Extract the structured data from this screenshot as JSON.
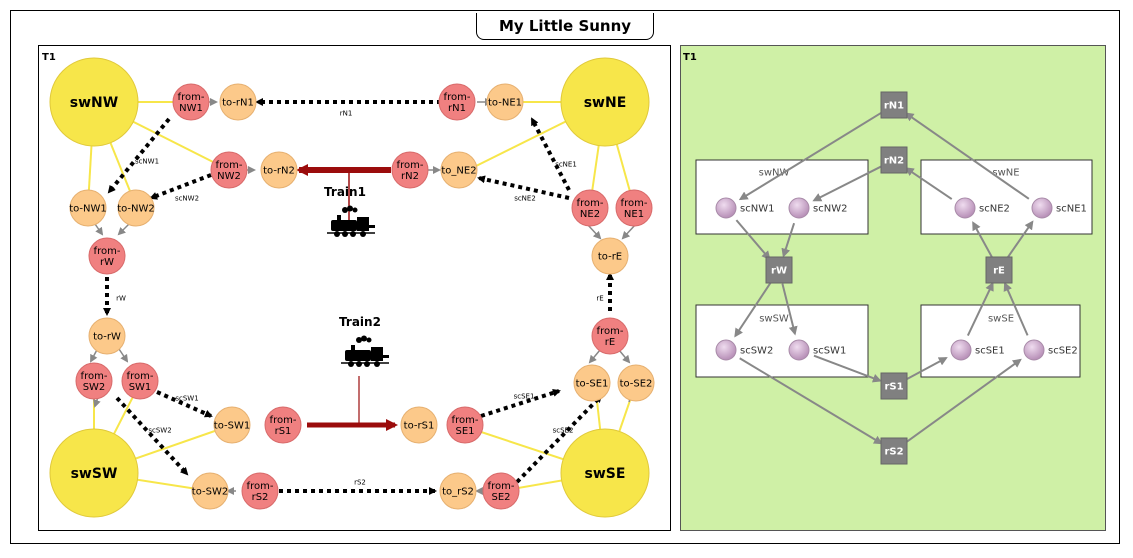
{
  "title": "My Little Sunny World",
  "left_panel": {
    "label": "T1",
    "switches": [
      "swNW",
      "swNE",
      "swSW",
      "swSE"
    ],
    "places": {
      "fromNW1": "from-NW1",
      "to_rN1": "to-rN1",
      "from_rN1": "from-rN1",
      "to_NE1": "to-NE1",
      "fromNW2": "from-NW2",
      "to_rN2": "to-rN2",
      "from_rN2": "from-rN2",
      "to_NE2": "to_NE2",
      "toNW1": "to-NW1",
      "toNW2": "to-NW2",
      "fromNE2": "from-NE2",
      "fromNE1": "from-NE1",
      "from_rW": "from-rW",
      "to_rE": "to-rE",
      "to_rW": "to-rW",
      "from_rE": "from-rE",
      "fromSW2": "from-SW2",
      "fromSW1": "from-SW1",
      "toSE1": "to-SE1",
      "toSE2": "to-SE2",
      "toSW1": "to-SW1",
      "from_rS1": "from-rS1",
      "to_rS1": "to-rS1",
      "fromSE1": "from-SE1",
      "toSW2": "to-SW2",
      "from_rS2": "from-rS2",
      "to_rS2": "to_rS2",
      "fromSE2": "from-SE2"
    },
    "edge_labels": {
      "rN1": "rN1",
      "scNW1": "scNW1",
      "scNW2": "scNW2",
      "scNE1": "scNE1",
      "scNE2": "scNE2",
      "rW": "rW",
      "rE": "rE",
      "scSW1": "scSW1",
      "scSW2": "scSW2",
      "scSE1": "scSE1",
      "scSE2": "scSE2",
      "rS2": "rS2"
    },
    "trains": [
      "Train1",
      "Train2"
    ]
  },
  "right_panel": {
    "label": "T1",
    "transitions": [
      "rN1",
      "rN2",
      "rW",
      "rE",
      "rS1",
      "rS2"
    ],
    "groups": [
      {
        "name": "swNW",
        "places": [
          "scNW1",
          "scNW2"
        ]
      },
      {
        "name": "swNE",
        "places": [
          "scNE2",
          "scNE1"
        ]
      },
      {
        "name": "swSW",
        "places": [
          "scSW2",
          "scSW1"
        ]
      },
      {
        "name": "swSE",
        "places": [
          "scSE1",
          "scSE2"
        ]
      }
    ]
  },
  "colors": {
    "switch": "#f7e64a",
    "from_place": "#f08080",
    "to_place": "#fcc98a",
    "train_track": "#9b0c0c",
    "right_bg": "#cff0a6",
    "transition": "#808080",
    "sc_place": "#c9a6c9"
  }
}
